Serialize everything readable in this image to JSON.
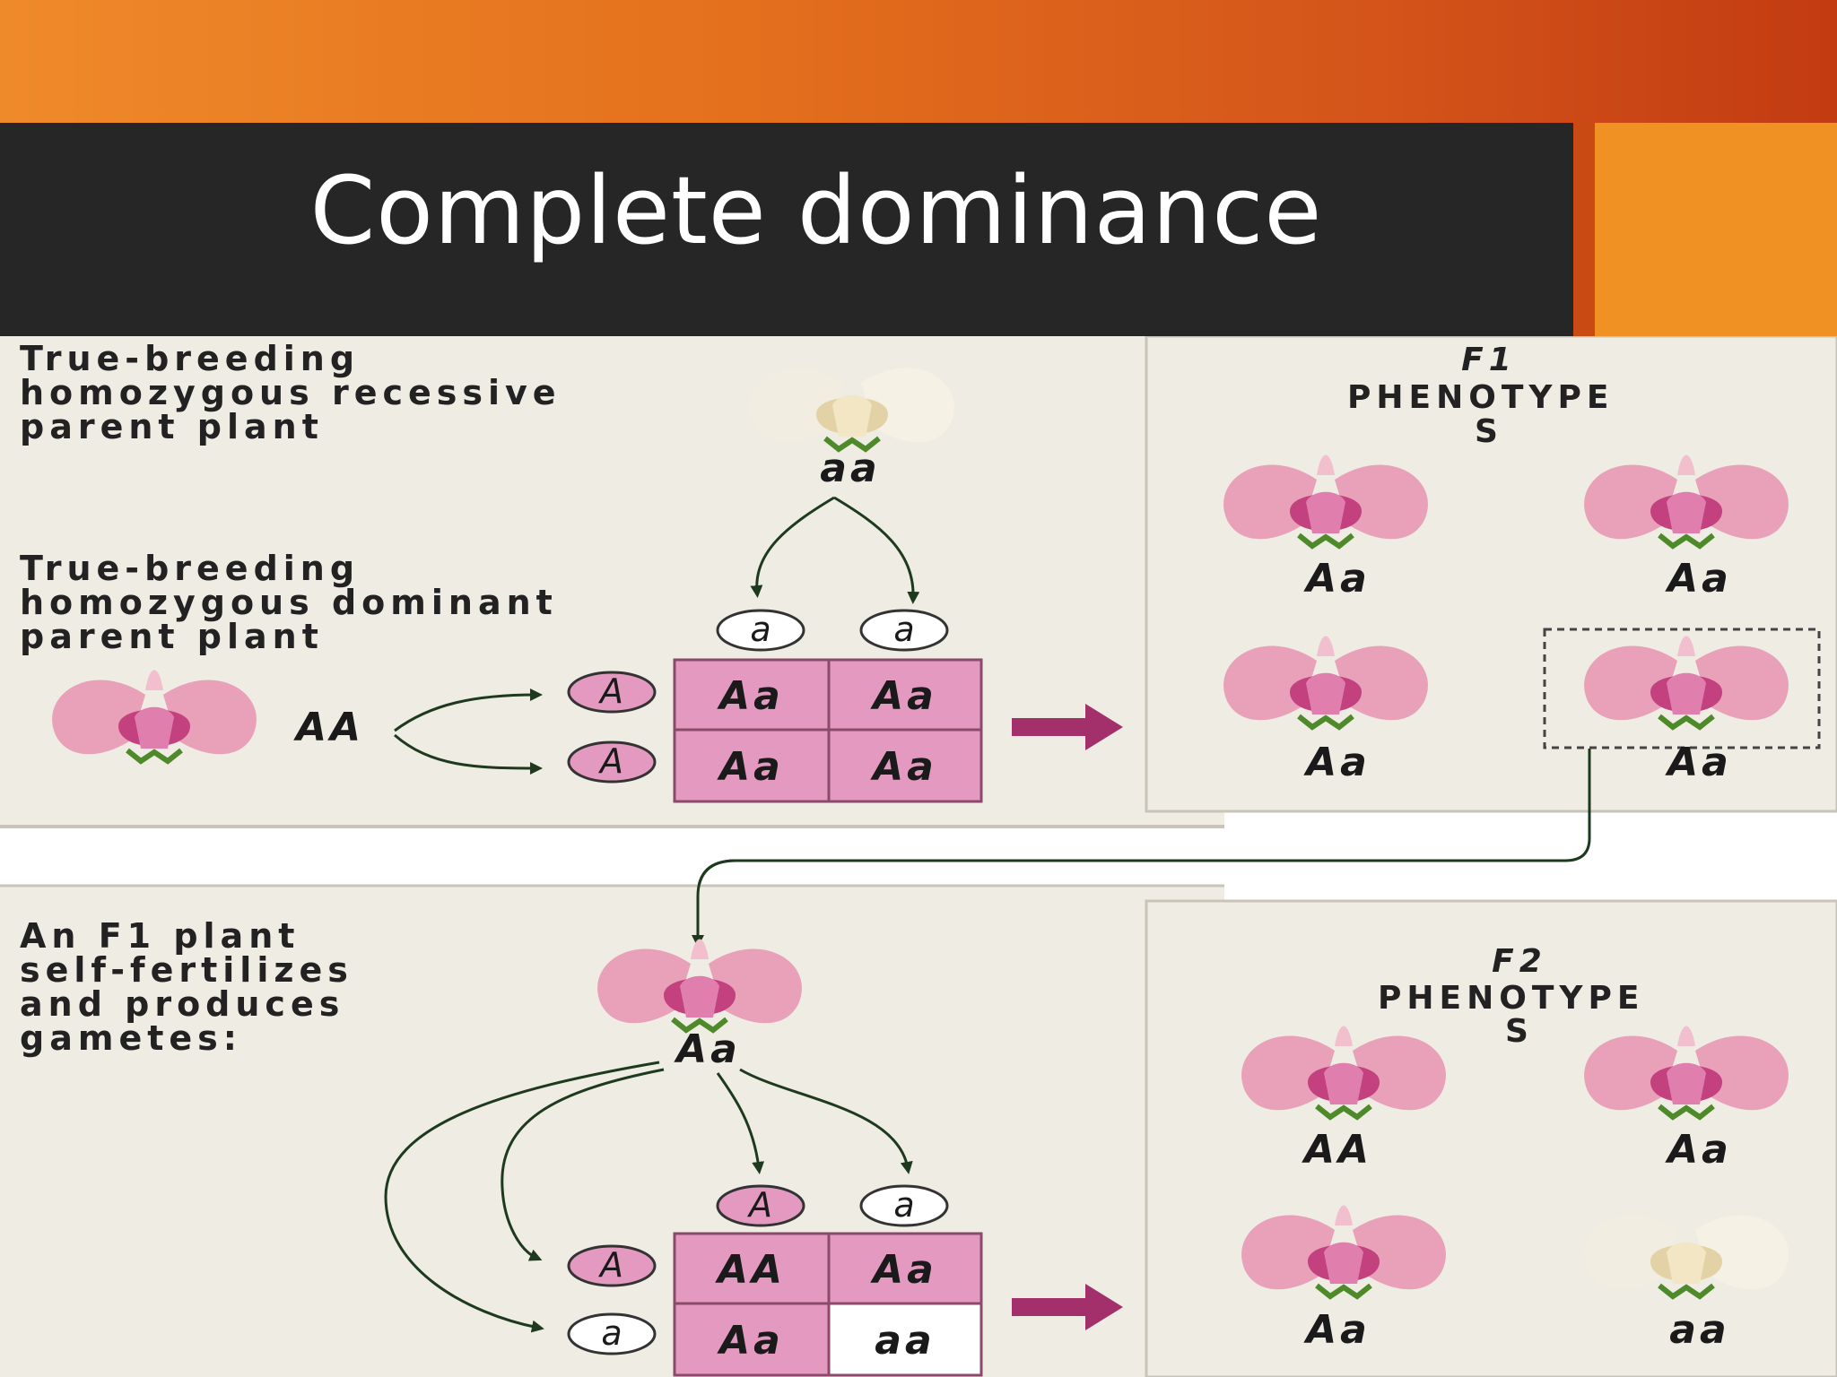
{
  "slide": {
    "title": "Complete dominance",
    "colors": {
      "banner_orange": "#e4701d",
      "title_bg": "#262626",
      "accent_orange": "#ef9223",
      "punnett_pink": "#e49ac0",
      "arrow_magenta": "#a3306a",
      "panel_bg": "#efece4"
    }
  },
  "top": {
    "recessive_parent": {
      "label_lines": [
        "True-breeding",
        "homozygous  recessive",
        "parent  plant"
      ],
      "genotype": "aa",
      "flower": "white-flower-icon"
    },
    "dominant_parent": {
      "label_lines": [
        "True-breeding",
        "homozygous  dominant",
        "parent  plant"
      ],
      "genotype": "AA",
      "flower": "pink-flower-icon"
    },
    "gametes_col": [
      "a",
      "a"
    ],
    "gametes_row": [
      "A",
      "A"
    ],
    "punnett": [
      [
        "Aa",
        "Aa"
      ],
      [
        "Aa",
        "Aa"
      ]
    ],
    "phenotypes": {
      "heading_gen": "F1",
      "heading_lines": [
        "PHENOTYPE",
        "S"
      ],
      "items": [
        "Aa",
        "Aa",
        "Aa",
        "Aa"
      ]
    }
  },
  "bottom": {
    "f1_plant": {
      "label_lines": [
        "An  F1  plant",
        "self-fertilizes",
        "and  produces",
        "gametes:"
      ],
      "genotype": "Aa"
    },
    "gametes_col": [
      "A",
      "a"
    ],
    "gametes_row": [
      "A",
      "a"
    ],
    "punnett": [
      [
        "AA",
        "Aa"
      ],
      [
        "Aa",
        "aa"
      ]
    ],
    "phenotypes": {
      "heading_gen": "F2",
      "heading_lines": [
        "PHENOTYPE",
        "S"
      ],
      "items": [
        "AA",
        "Aa",
        "Aa",
        "aa"
      ],
      "colors": [
        "pink",
        "pink",
        "pink",
        "white"
      ]
    }
  }
}
